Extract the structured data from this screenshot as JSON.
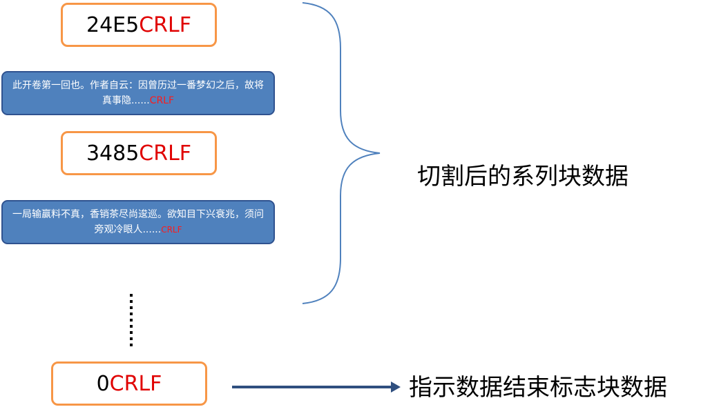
{
  "chunks": [
    {
      "size_hex": "24E5",
      "terminator": "CRLF"
    },
    {
      "text": "此开卷第一回也。作者自云：因曾历过一番梦幻之后，故将真事隐......",
      "terminator": "CRLF"
    },
    {
      "size_hex": "3485",
      "terminator": "CRLF"
    },
    {
      "text": "一局输赢料不真，香销茶尽尚逡巡。欲知目下兴衰兆，须问旁观冷眼人......",
      "terminator": "CRLF"
    }
  ],
  "end_chunk": {
    "size_hex": "0",
    "terminator": "CRLF"
  },
  "labels": {
    "chunk_series": "切割后的系列块数据",
    "end_marker": "指示数据结束标志块数据"
  },
  "colors": {
    "size_box_border": "#f79646",
    "data_box_fill": "#4f81bd",
    "crlf_text": "#e00000",
    "brace_stroke": "#4f81bd",
    "arrow": "#2f4f7f"
  }
}
